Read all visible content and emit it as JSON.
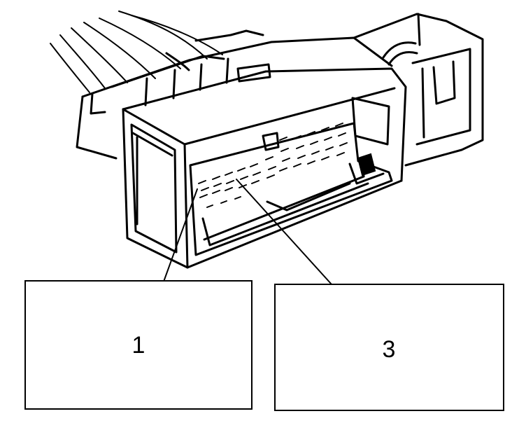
{
  "callouts": [
    {
      "id": "callout-1",
      "label": "1"
    },
    {
      "id": "callout-3",
      "label": "3"
    }
  ],
  "colors": {
    "ink": "#000000",
    "paper": "#ffffff"
  }
}
